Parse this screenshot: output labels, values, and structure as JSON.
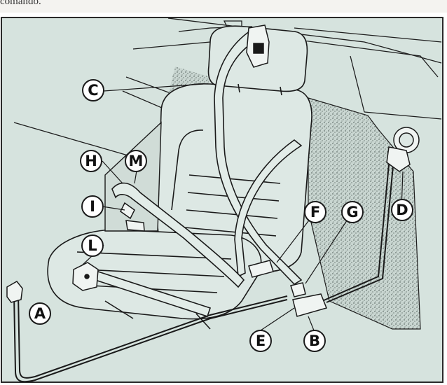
{
  "header_text": "comando.",
  "labels": {
    "a": "A",
    "b": "B",
    "c": "C",
    "d": "D",
    "e": "E",
    "f": "F",
    "g": "G",
    "h": "H",
    "i": "I",
    "l": "L",
    "m": "M"
  }
}
